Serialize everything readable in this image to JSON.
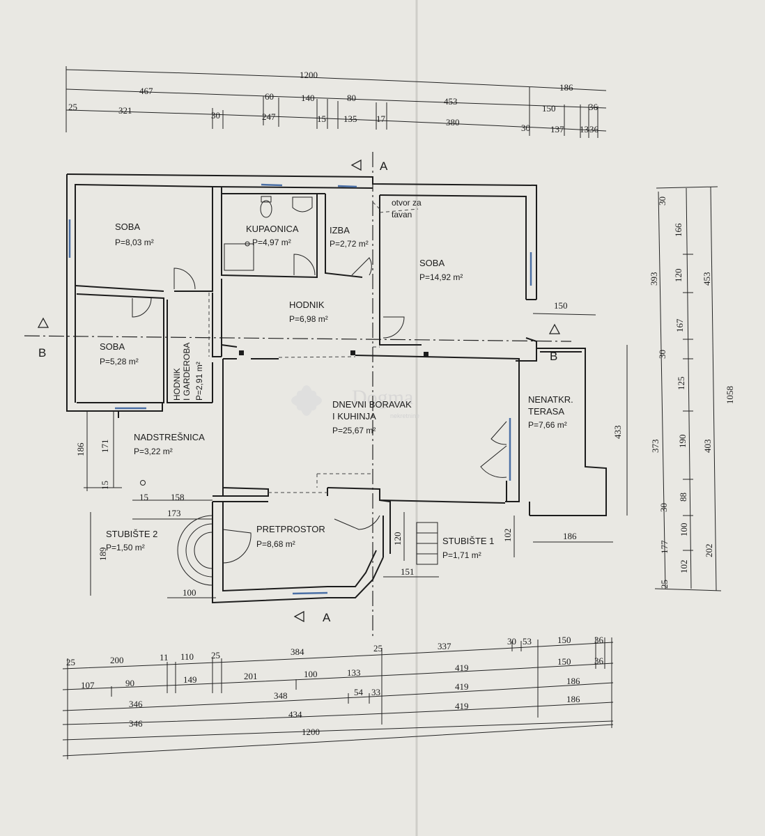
{
  "rooms": {
    "soba_nw": {
      "name": "SOBA",
      "area": "P=8,03 m²"
    },
    "kupaonica": {
      "name": "KUPAONICA",
      "area": "P=4,97 m²"
    },
    "izba": {
      "name": "IZBA",
      "area": "P=2,72 m²"
    },
    "soba_ne": {
      "name": "SOBA",
      "area": "P=14,92 m²"
    },
    "hodnik": {
      "name": "HODNIK",
      "area": "P=6,98 m²"
    },
    "soba_w": {
      "name": "SOBA",
      "area": "P=5,28 m²"
    },
    "garderoba": {
      "line1": "HODNIK",
      "line2": "I GARDEROBA",
      "area": "P=2,91 m²"
    },
    "dnevni": {
      "line1": "DNEVNI BORAVAK",
      "line2": "I KUHINJA",
      "area": "P=25,67 m²"
    },
    "terasa": {
      "line1": "NENATKR.",
      "line2": "TERASA",
      "area": "P=7,66 m²"
    },
    "nadstresnica": {
      "name": "NADSTREŠNICA",
      "area": "P=3,22 m²"
    },
    "pretprostor": {
      "name": "PRETPROSTOR",
      "area": "P=8,68 m²"
    },
    "stubiste2": {
      "name": "STUBIŠTE 2",
      "area": "P=1,50 m²"
    },
    "stubiste1": {
      "name": "STUBIŠTE 1",
      "area": "P=1,71 m²"
    }
  },
  "note": {
    "line1": "otvor za",
    "line2": "tavan"
  },
  "section_labels": {
    "a": "A",
    "b": "B"
  },
  "watermark": {
    "brand": "Dogma",
    "sub": "nekretnine"
  },
  "dimensions": {
    "top": {
      "row1": [
        "1200"
      ],
      "row2": [
        "467",
        "60",
        "140",
        "80",
        "453",
        "186"
      ],
      "row3": [
        "25",
        "321",
        "30",
        "247",
        "15",
        "135",
        "17",
        "380",
        "150",
        "36"
      ],
      "row3_extra": [
        "30",
        "137",
        "13",
        "36"
      ]
    },
    "bottom": {
      "row1": [
        "25",
        "200",
        "11",
        "110",
        "25",
        "384",
        "25",
        "337",
        "30",
        "53",
        "150",
        "36"
      ],
      "row2": [
        "107",
        "90",
        "149",
        "201",
        "100",
        "133",
        "419",
        "150",
        "36"
      ],
      "row3": [
        "346",
        "348",
        "54",
        "33",
        "419",
        "186"
      ],
      "row4": [
        "346",
        "434",
        "419",
        "186"
      ],
      "row5": [
        "1200"
      ]
    },
    "right": {
      "col1": [
        "30",
        "166",
        "120",
        "167",
        "30",
        "125",
        "190",
        "30",
        "88",
        "100",
        "177",
        "102",
        "25"
      ],
      "col2": [
        "393",
        "373"
      ],
      "col3": [
        "453",
        "403",
        "202"
      ],
      "col4": [
        "1058"
      ]
    },
    "interior": {
      "d150_terrace": "150",
      "d433": "433",
      "d186_left": "186",
      "d171": "171",
      "d15a": "15",
      "d15b": "15",
      "d158": "158",
      "d173": "173",
      "d189": "189",
      "d100": "100",
      "d120": "120",
      "d151": "151",
      "d102": "102",
      "d186_right": "186"
    }
  }
}
